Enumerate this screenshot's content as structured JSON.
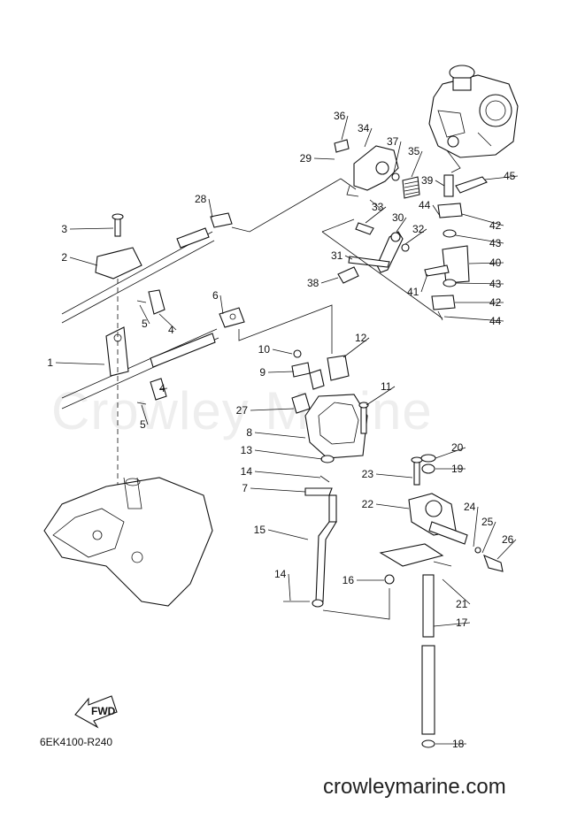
{
  "diagram": {
    "code": "6EK4100-R240",
    "watermark": "Crowley Marine",
    "site": "crowleymarine.com",
    "fwd_label": "FWD",
    "callouts": [
      "1",
      "2",
      "3",
      "4",
      "4",
      "5",
      "5",
      "6",
      "7",
      "8",
      "9",
      "10",
      "11",
      "12",
      "13",
      "14",
      "14",
      "15",
      "16",
      "17",
      "18",
      "19",
      "20",
      "21",
      "22",
      "23",
      "24",
      "25",
      "26",
      "27",
      "28",
      "29",
      "30",
      "31",
      "32",
      "33",
      "34",
      "35",
      "36",
      "37",
      "38",
      "39",
      "40",
      "41",
      "42",
      "42",
      "43",
      "43",
      "44",
      "44",
      "45"
    ]
  }
}
